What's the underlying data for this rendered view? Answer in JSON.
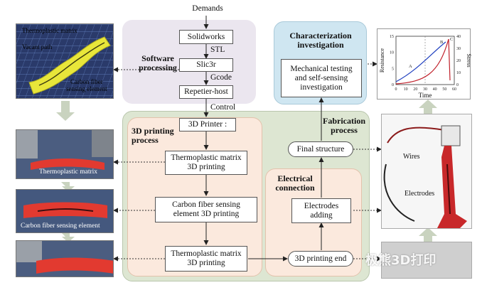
{
  "top": {
    "demands": "Demands",
    "control": "Control"
  },
  "software": {
    "title_l1": "Software",
    "title_l2": "processing",
    "steps": [
      "Solidworks",
      "Slic3r",
      "Repetier-host"
    ],
    "edge_labels": [
      "STL",
      "Gcode"
    ]
  },
  "printing": {
    "title_l1": "3D printing",
    "title_l2": "process",
    "printer": "3D Printer :",
    "step1_l1": "Thermoplastic matrix",
    "step1_l2": "3D printing",
    "step2_l1": "Carbon fiber sensing",
    "step2_l2": "element 3D printing",
    "step3_l1": "Thermoplastic matrix",
    "step3_l2": "3D printing"
  },
  "fabrication": {
    "title_l1": "Fabrication",
    "title_l2": "process",
    "final": "Final structure",
    "end": "3D printing end"
  },
  "electrical": {
    "title_l1": "Electrical",
    "title_l2": "connection",
    "adding_l1": "Electrodes",
    "adding_l2": "adding"
  },
  "characterization": {
    "title_l1": "Characterization",
    "title_l2": "investigation",
    "box_l1": "Mechanical testing",
    "box_l2": "and self-sensing",
    "box_l3": "investigation"
  },
  "photos": {
    "model_l1": "Thermoplastic matrix",
    "model_l2": "Vacant path",
    "model_l3": "Carbon fiber",
    "model_l4": "sensing element",
    "print1": "Thermoplastic matrix",
    "print2": "Carbon fiber sensing element",
    "specimen_wires": "Wires",
    "specimen_electrodes": "Electrodes"
  },
  "plot": {
    "ylabel_left": "Resistance",
    "ylabel_right": "Stress",
    "xlabel": "Time",
    "x_ticks": [
      "0",
      "10",
      "20",
      "30",
      "40",
      "50",
      "60"
    ],
    "y_ticks_left": [
      "0",
      "5",
      "10",
      "15"
    ],
    "y_ticks_right": [
      "0",
      "10",
      "20",
      "30",
      "40"
    ],
    "points": [
      "A",
      "B",
      "C"
    ],
    "colors": {
      "resistance": "#1f3fbf",
      "stress": "#c0202a"
    }
  },
  "watermark": "极熊3D打印",
  "colors": {
    "software_bg": "#ebe6ef",
    "fabrication_bg": "#dde6d2",
    "printing_bg": "#fbe9dd",
    "characterization_bg": "#cfe6f1",
    "block_arrow": "#c9d3bf"
  }
}
